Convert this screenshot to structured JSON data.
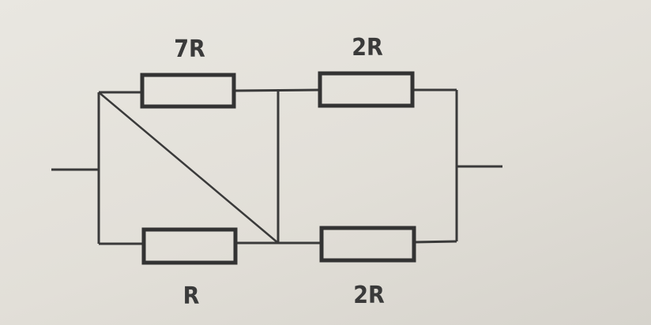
{
  "circuit": {
    "resistors": [
      {
        "id": "top-left",
        "label": "7R"
      },
      {
        "id": "top-right",
        "label": "2R"
      },
      {
        "id": "bottom-left",
        "label": "R"
      },
      {
        "id": "bottom-right",
        "label": "2R"
      }
    ]
  }
}
